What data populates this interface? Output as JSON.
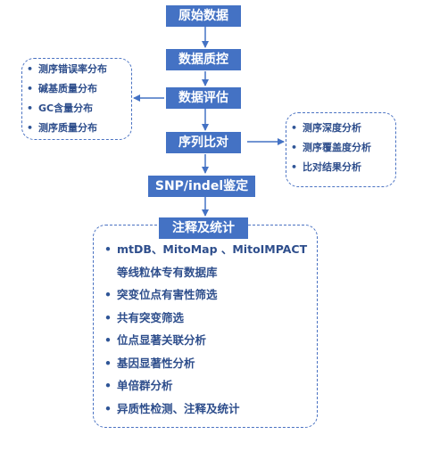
{
  "flow": {
    "step1": "原始数据",
    "step2": "数据质控",
    "step3": "数据评估",
    "step4": "序列比对",
    "step5": "SNP/indel鉴定",
    "step6": "注释及统计"
  },
  "left_box": {
    "items": [
      "测序错误率分布",
      "碱基质量分布",
      "GC含量分布",
      "测序质量分布"
    ]
  },
  "right_box": {
    "items": [
      "测序深度分析",
      "测序覆盖度分析",
      "比对结果分析"
    ]
  },
  "bottom_box": {
    "items": [
      "mtDB、MitoMap 、MitoIMPACT",
      "等线粒体专有数据库",
      "突变位点有害性筛选",
      "共有突变筛选",
      "位点显著关联分析",
      "基因显著性分析",
      "单倍群分析",
      "异质性检测、注释及统计"
    ]
  },
  "bullet": "•",
  "colors": {
    "node": "#4472C4",
    "border": "#4A72C2",
    "text": "#2E4E8C"
  }
}
